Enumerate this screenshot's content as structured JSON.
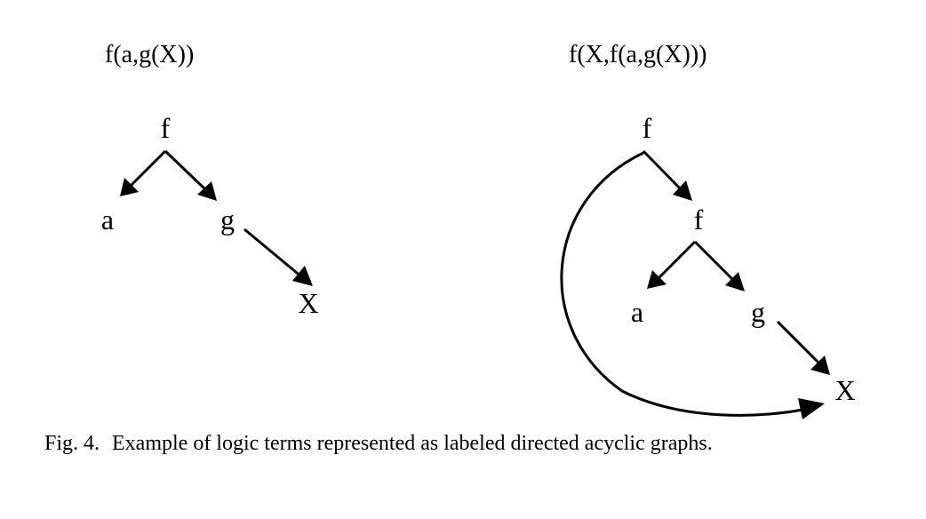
{
  "figure": {
    "number": "Fig. 4.",
    "caption": "Example of logic terms represented as labeled directed acyclic graphs."
  },
  "graphs": [
    {
      "id": "left",
      "term": "f(a,g(X))",
      "nodes": [
        {
          "id": "f",
          "label": "f"
        },
        {
          "id": "a",
          "label": "a"
        },
        {
          "id": "g",
          "label": "g"
        },
        {
          "id": "X",
          "label": "X"
        }
      ],
      "edges": [
        {
          "from": "f",
          "to": "a"
        },
        {
          "from": "f",
          "to": "g"
        },
        {
          "from": "g",
          "to": "X"
        }
      ]
    },
    {
      "id": "right",
      "term": "f(X,f(a,g(X)))",
      "nodes": [
        {
          "id": "f1",
          "label": "f"
        },
        {
          "id": "f2",
          "label": "f"
        },
        {
          "id": "a",
          "label": "a"
        },
        {
          "id": "g",
          "label": "g"
        },
        {
          "id": "X",
          "label": "X"
        }
      ],
      "edges": [
        {
          "from": "f1",
          "to": "f2"
        },
        {
          "from": "f2",
          "to": "a"
        },
        {
          "from": "f2",
          "to": "g"
        },
        {
          "from": "g",
          "to": "X"
        },
        {
          "from": "f1",
          "to": "X",
          "curved": true
        }
      ]
    }
  ]
}
